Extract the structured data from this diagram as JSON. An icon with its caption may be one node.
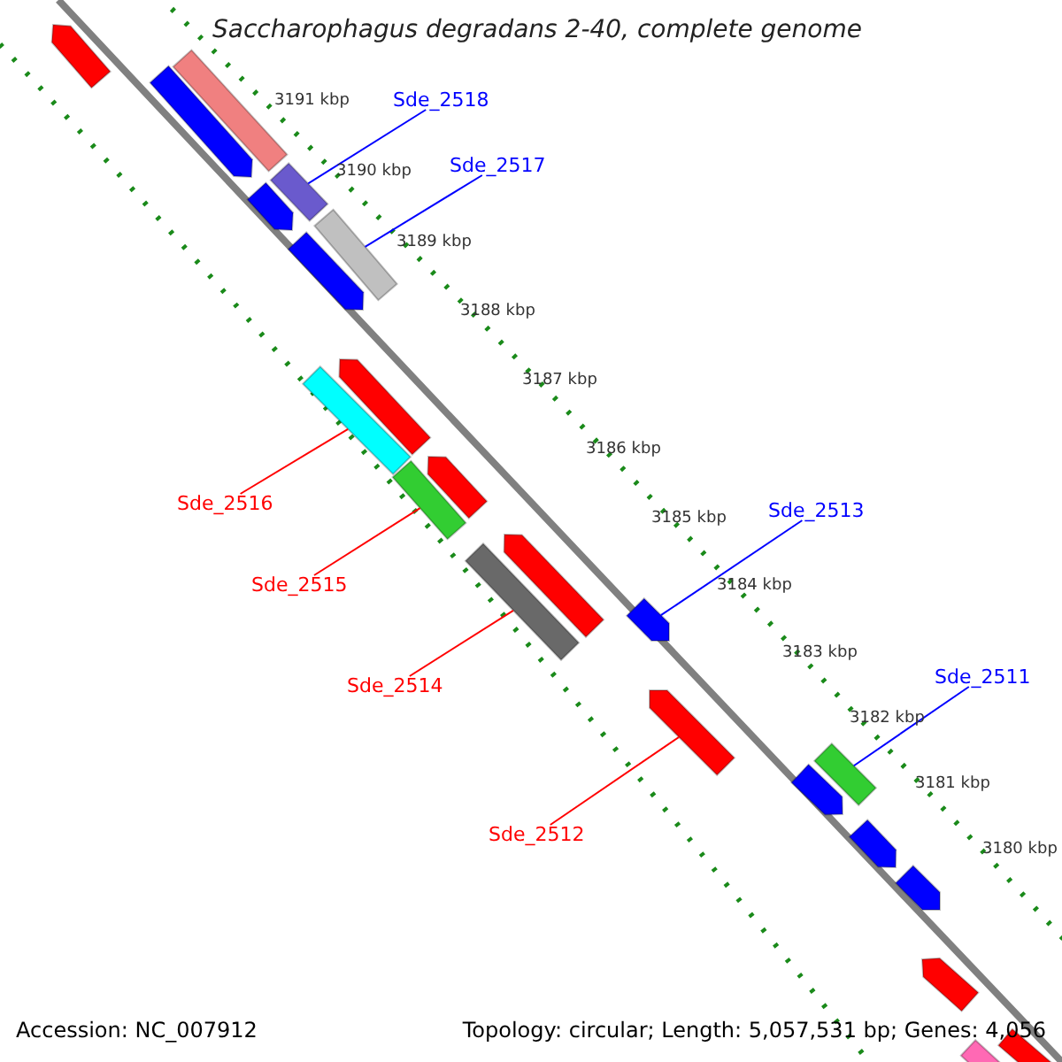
{
  "diagram": {
    "title": "Saccharophagus degradans 2-40, complete genome",
    "nodes": [
      {
        "text": [
          "Sde_2518"
        ]
      },
      {
        "text": [
          "Sde_2517"
        ]
      },
      {
        "text": [
          "Sde_2516"
        ]
      },
      {
        "text": [
          "Sde_2515"
        ]
      },
      {
        "text": [
          "Sde_2514"
        ]
      },
      {
        "text": [
          "Sde_2513"
        ]
      },
      {
        "text": [
          "Sde_2512"
        ]
      },
      {
        "text": [
          "Sde_2511"
        ]
      },
      {
        "text": [],
        "shape": "arrow"
      },
      {
        "text": [],
        "shape": "bar"
      },
      {
        "text": [],
        "shape": "arrow"
      },
      {
        "text": [],
        "shape": "bar"
      },
      {
        "text": [],
        "shape": "arrow"
      },
      {
        "text": [],
        "shape": "bar"
      },
      {
        "text": [],
        "shape": "arrow"
      },
      {
        "text": [],
        "shape": "arrow"
      },
      {
        "text": [],
        "shape": "bar"
      },
      {
        "text": [],
        "shape": "arrow"
      },
      {
        "text": [],
        "shape": "bar"
      },
      {
        "text": [],
        "shape": "arrow"
      },
      {
        "text": [],
        "shape": "bar"
      },
      {
        "text": [],
        "shape": "arrow"
      },
      {
        "text": [],
        "shape": "arrow"
      },
      {
        "text": [],
        "shape": "bar"
      },
      {
        "text": [],
        "shape": "arrow"
      },
      {
        "text": [],
        "shape": "arrow"
      },
      {
        "text": [],
        "shape": "arrow"
      },
      {
        "text": [],
        "shape": "arrow"
      },
      {
        "text": [],
        "shape": "bar"
      },
      {
        "text": [],
        "shape": "bar"
      }
    ],
    "edges": [
      {
        "from": 0,
        "to": 11,
        "arrow": "none",
        "color": "#0000ff"
      },
      {
        "from": 1,
        "to": 13,
        "arrow": "none",
        "color": "#0000ff"
      },
      {
        "from": 2,
        "to": 16,
        "arrow": "none",
        "color": "#ff0000"
      },
      {
        "from": 3,
        "to": 18,
        "arrow": "none",
        "color": "#ff0000"
      },
      {
        "from": 4,
        "to": 20,
        "arrow": "none",
        "color": "#ff0000"
      },
      {
        "from": 5,
        "to": 21,
        "arrow": "none",
        "color": "#0000ff"
      },
      {
        "from": 6,
        "to": 22,
        "arrow": "none",
        "color": "#ff0000"
      },
      {
        "from": 7,
        "to": 23,
        "arrow": "none",
        "color": "#0000ff"
      }
    ],
    "labels": [
      "3191 kbp",
      "3190 kbp",
      "3189 kbp",
      "3188 kbp",
      "3187 kbp",
      "3186 kbp",
      "3185 kbp",
      "3184 kbp",
      "3183 kbp",
      "3182 kbp",
      "3181 kbp",
      "3180 kbp",
      "Accession: NC_007912",
      "Topology: circular; Length: 5,057,531 bp; Genes: 4,056"
    ]
  }
}
